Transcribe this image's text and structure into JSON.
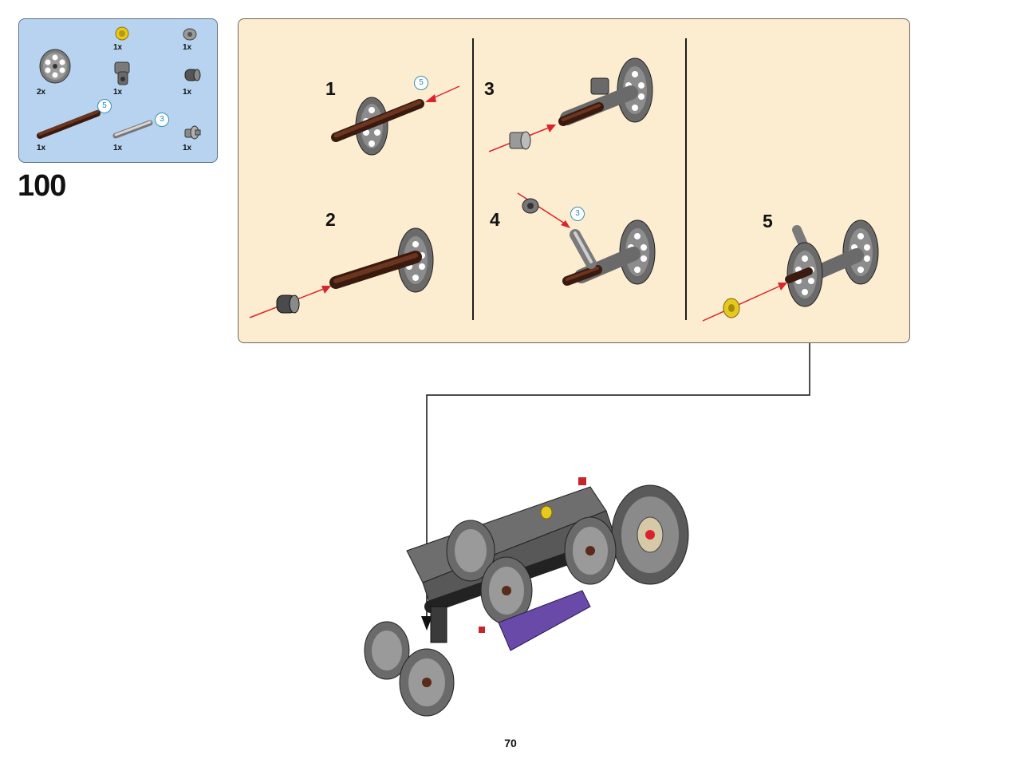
{
  "parts_list": {
    "items": [
      {
        "name": "wheel-hub",
        "qty": "2x",
        "color": "#8a8a8a"
      },
      {
        "name": "yellow-bushing",
        "qty": "1x",
        "color": "#f0d020"
      },
      {
        "name": "half-bush-gray",
        "qty": "1x",
        "color": "#9a9a9a"
      },
      {
        "name": "axle-connector",
        "qty": "1x",
        "color": "#7a7a7a"
      },
      {
        "name": "dark-bush",
        "qty": "1x",
        "color": "#555555"
      },
      {
        "name": "brown-axle-5",
        "qty": "1x",
        "color": "#5a2a1a",
        "length": "5"
      },
      {
        "name": "gray-axle-3",
        "qty": "1x",
        "color": "#c0c0c0",
        "length": "3"
      },
      {
        "name": "axle-pin",
        "qty": "1x",
        "color": "#9a9a9a"
      }
    ]
  },
  "step_number": "100",
  "substeps": [
    {
      "num": "1",
      "callout": "5"
    },
    {
      "num": "2"
    },
    {
      "num": "3"
    },
    {
      "num": "4",
      "callout": "3"
    },
    {
      "num": "5"
    }
  ],
  "colors": {
    "parts_bg": "#b7d3ef",
    "panel_bg": "#fdedd0",
    "arrow": "#d8242c",
    "axle_brown": "#5a2a1a",
    "technic_gray": "#6e6e6e",
    "purple": "#6a4aa8"
  },
  "page_number": "70"
}
